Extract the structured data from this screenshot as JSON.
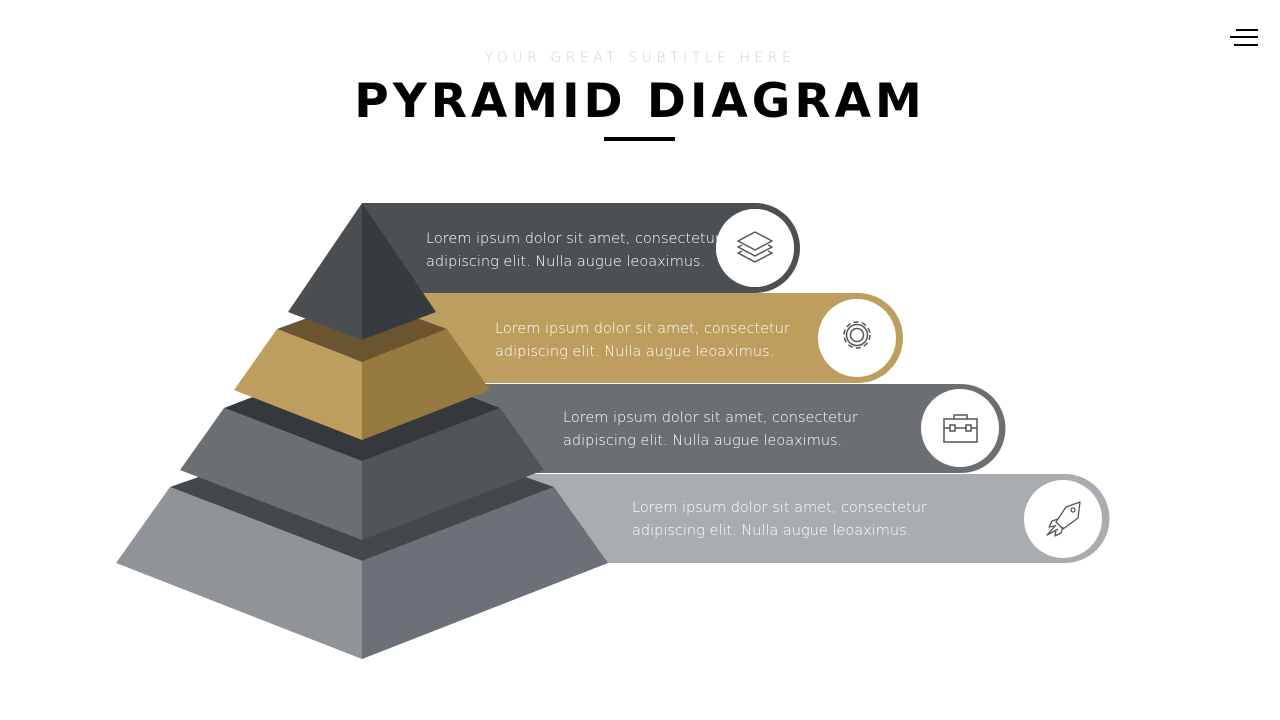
{
  "header": {
    "subtitle": "YOUR GREAT SUBTITLE HERE",
    "title": "PYRAMID DIAGRAM"
  },
  "menu_icon": "hamburger-menu-icon",
  "colors": {
    "tier1": "#4d5052",
    "tier2": "#bd9e5f",
    "tier3": "#6b6e72",
    "tier4": "#a9adb1"
  },
  "tiers": [
    {
      "text1": "Lorem ipsum dolor sit amet, consectetur",
      "text2": "adipiscing elit. Nulla augue leoaximus.",
      "icon": "layers-icon"
    },
    {
      "text1": "Lorem ipsum dolor sit amet, consectetur",
      "text2": "adipiscing elit. Nulla augue leoaximus.",
      "icon": "gear-icon"
    },
    {
      "text1": "Lorem ipsum dolor sit amet, consectetur",
      "text2": "adipiscing elit. Nulla augue leoaximus.",
      "icon": "briefcase-icon"
    },
    {
      "text1": "Lorem ipsum dolor sit amet, consectetur",
      "text2": "adipiscing elit. Nulla augue leoaximus.",
      "icon": "rocket-icon"
    }
  ]
}
